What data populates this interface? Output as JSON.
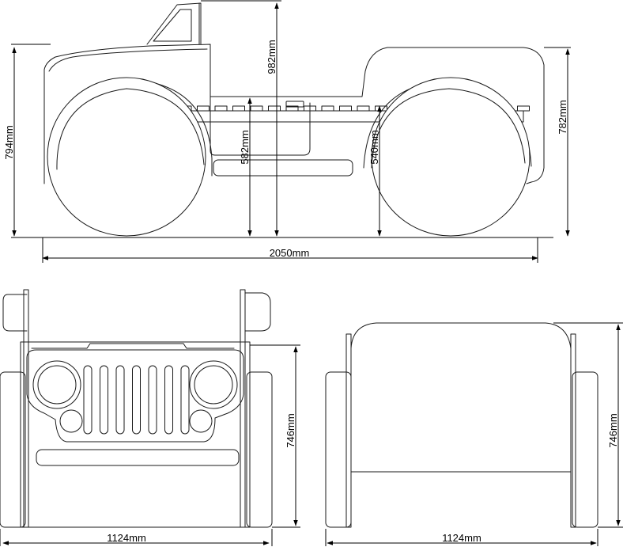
{
  "drawing": {
    "side_view": {
      "overall_length": "2050mm",
      "front_height": "794mm",
      "rear_height": "782mm",
      "windshield_height": "982mm",
      "side_panel_height": "582mm",
      "rear_fender_height": "540mm"
    },
    "front_view": {
      "width": "1124mm",
      "height": "746mm"
    },
    "rear_view": {
      "width": "1124mm",
      "height": "746mm"
    }
  }
}
